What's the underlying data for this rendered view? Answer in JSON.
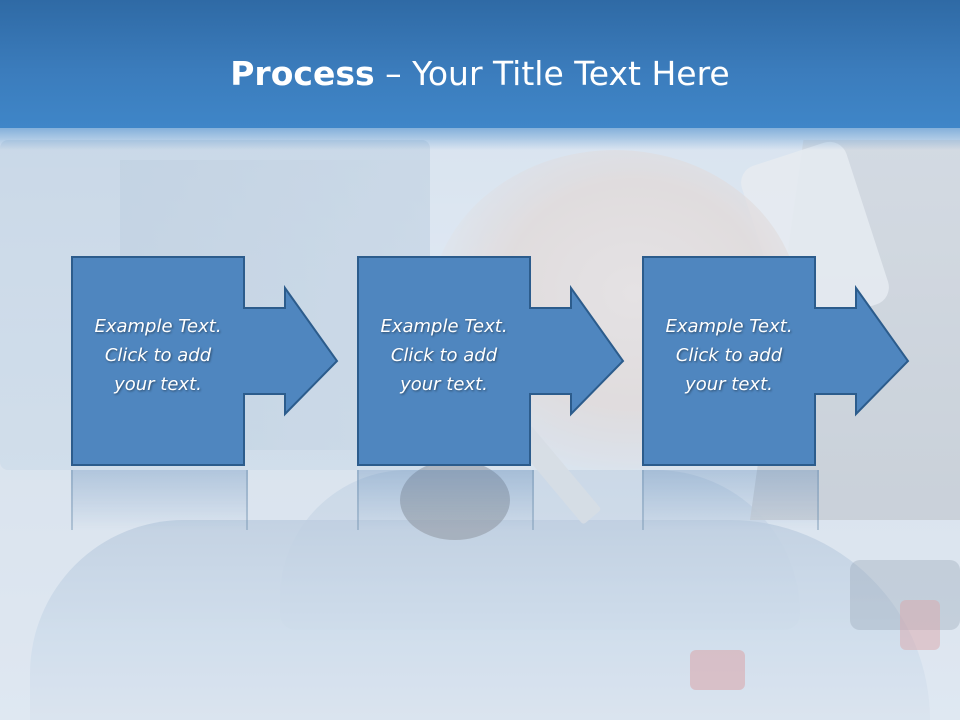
{
  "title": {
    "bold": "Process",
    "rest": " – Your Title Text Here"
  },
  "steps": [
    {
      "line1": "Example Text.",
      "line2": "Click  to add",
      "line3": "your text."
    },
    {
      "line1": "Example Text.",
      "line2": "Click  to add",
      "line3": "your text."
    },
    {
      "line1": "Example Text.",
      "line2": "Click  to add",
      "line3": "your text."
    }
  ],
  "colors": {
    "title_band": "#3b7cbc",
    "step_fill": "#4f86bf",
    "step_border": "#2c5c8c",
    "text": "#ffffff"
  }
}
